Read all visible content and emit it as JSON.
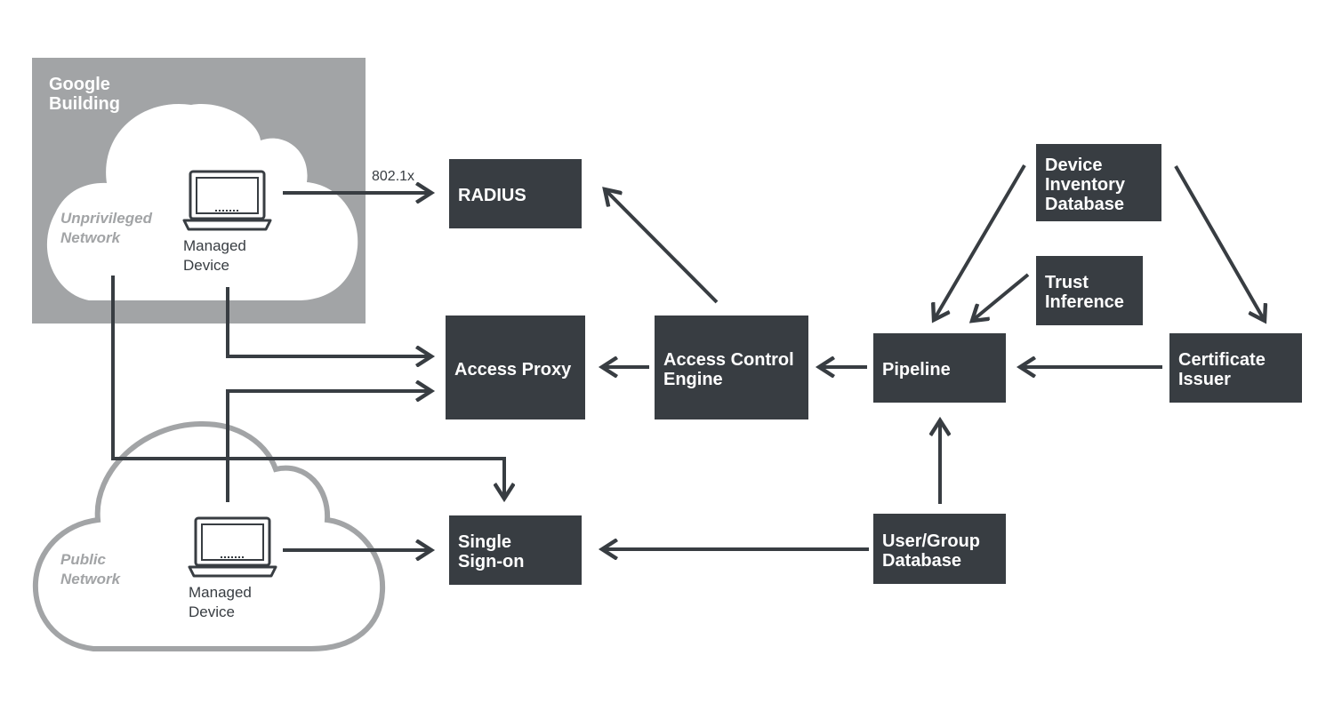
{
  "building": {
    "title_line1": "Google",
    "title_line2": "Building"
  },
  "clouds": {
    "unprivileged": {
      "line1": "Unprivileged",
      "line2": "Network"
    },
    "public": {
      "line1": "Public",
      "line2": "Network"
    }
  },
  "devices": {
    "internal": {
      "line1": "Managed",
      "line2": "Device"
    },
    "external": {
      "line1": "Managed",
      "line2": "Device"
    }
  },
  "edge_labels": {
    "radius_protocol": "802.1x"
  },
  "boxes": {
    "radius": {
      "lines": [
        "RADIUS"
      ]
    },
    "access_proxy": {
      "lines": [
        "Access Proxy"
      ]
    },
    "single_sign_on": {
      "lines": [
        "Single",
        "Sign-on"
      ]
    },
    "access_control_engine": {
      "lines": [
        "Access Control",
        "Engine"
      ]
    },
    "pipeline": {
      "lines": [
        "Pipeline"
      ]
    },
    "device_inventory_db": {
      "lines": [
        "Device",
        "Inventory",
        "Database"
      ]
    },
    "trust_inference": {
      "lines": [
        "Trust",
        "Inference"
      ]
    },
    "certificate_issuer": {
      "lines": [
        "Certificate",
        "Issuer"
      ]
    },
    "user_group_db": {
      "lines": [
        "User/Group",
        "Database"
      ]
    }
  },
  "colors": {
    "box": "#383d42",
    "building": "#a2a4a6",
    "cloud_outline": "#a2a4a6",
    "arrow": "#383d42"
  }
}
